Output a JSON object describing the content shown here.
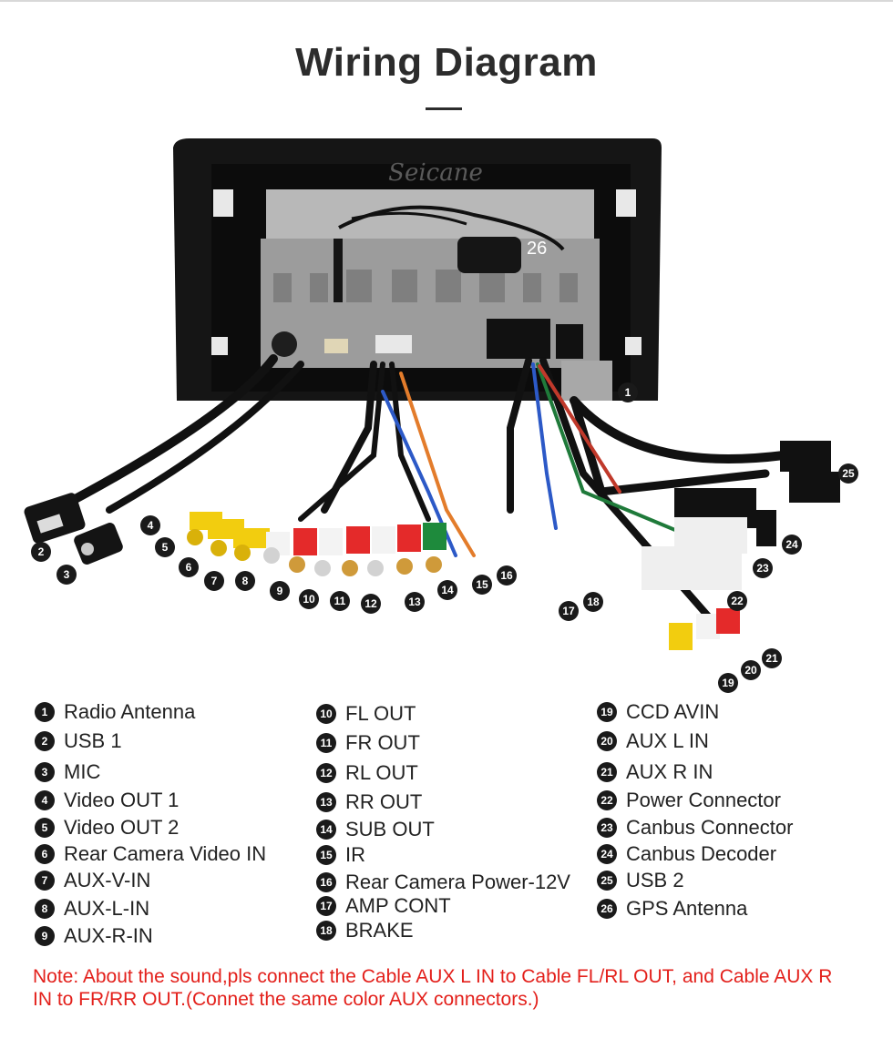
{
  "title": "Wiring Diagram",
  "brand": "Seicane",
  "legend": [
    {
      "num": "1",
      "label": "Radio Antenna"
    },
    {
      "num": "2",
      "label": "USB 1"
    },
    {
      "num": "3",
      "label": "MIC"
    },
    {
      "num": "4",
      "label": "Video OUT 1"
    },
    {
      "num": "5",
      "label": "Video OUT 2"
    },
    {
      "num": "6",
      "label": "Rear Camera Video IN"
    },
    {
      "num": "7",
      "label": "AUX-V-IN"
    },
    {
      "num": "8",
      "label": "AUX-L-IN"
    },
    {
      "num": "9",
      "label": "AUX-R-IN"
    },
    {
      "num": "10",
      "label": "FL OUT"
    },
    {
      "num": "11",
      "label": "FR OUT"
    },
    {
      "num": "12",
      "label": "RL OUT"
    },
    {
      "num": "13",
      "label": "RR OUT"
    },
    {
      "num": "14",
      "label": "SUB OUT"
    },
    {
      "num": "15",
      "label": "IR"
    },
    {
      "num": "16",
      "label": "Rear Camera Power-12V"
    },
    {
      "num": "17",
      "label": "AMP CONT"
    },
    {
      "num": "18",
      "label": "BRAKE"
    },
    {
      "num": "19",
      "label": "CCD AVIN"
    },
    {
      "num": "20",
      "label": "AUX L IN"
    },
    {
      "num": "21",
      "label": "AUX R IN"
    },
    {
      "num": "22",
      "label": "Power Connector"
    },
    {
      "num": "23",
      "label": "Canbus Connector"
    },
    {
      "num": "24",
      "label": "Canbus Decoder"
    },
    {
      "num": "25",
      "label": "USB 2"
    },
    {
      "num": "26",
      "label": "GPS Antenna"
    }
  ],
  "note": "Note: About the sound,pls connect the Cable AUX L IN to Cable FL/RL OUT, and Cable AUX R IN to  FR/RR OUT.(Connet the same color AUX connectors.)"
}
